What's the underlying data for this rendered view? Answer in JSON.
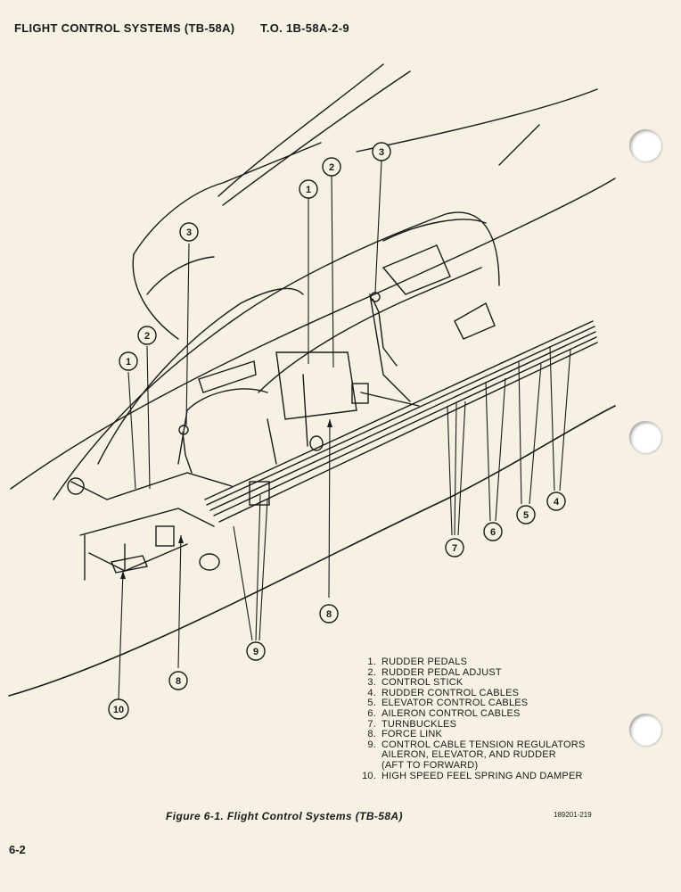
{
  "header": {
    "left": "FLIGHT CONTROL SYSTEMS (TB-58A)",
    "right": "T.O. 1B-58A-2-9"
  },
  "callouts": [
    "1",
    "2",
    "3",
    "4",
    "5",
    "6",
    "7",
    "8",
    "9",
    "10"
  ],
  "legend": [
    {
      "num": "1.",
      "text": "RUDDER PEDALS"
    },
    {
      "num": "2.",
      "text": "RUDDER PEDAL ADJUST"
    },
    {
      "num": "3.",
      "text": "CONTROL STICK"
    },
    {
      "num": "4.",
      "text": "RUDDER CONTROL CABLES"
    },
    {
      "num": "5.",
      "text": "ELEVATOR CONTROL CABLES"
    },
    {
      "num": "6.",
      "text": "AILERON CONTROL CABLES"
    },
    {
      "num": "7.",
      "text": "TURNBUCKLES"
    },
    {
      "num": "8.",
      "text": "FORCE LINK"
    },
    {
      "num": "9.",
      "text": "CONTROL CABLE TENSION REGULATORS\nAILERON, ELEVATOR, AND RUDDER\n(AFT TO FORWARD)"
    },
    {
      "num": "10.",
      "text": "HIGH SPEED FEEL SPRING AND DAMPER"
    }
  ],
  "caption": "Figure 6-1. Flight Control Systems (TB-58A)",
  "figure_code": "189201-219",
  "page_number": "6-2"
}
